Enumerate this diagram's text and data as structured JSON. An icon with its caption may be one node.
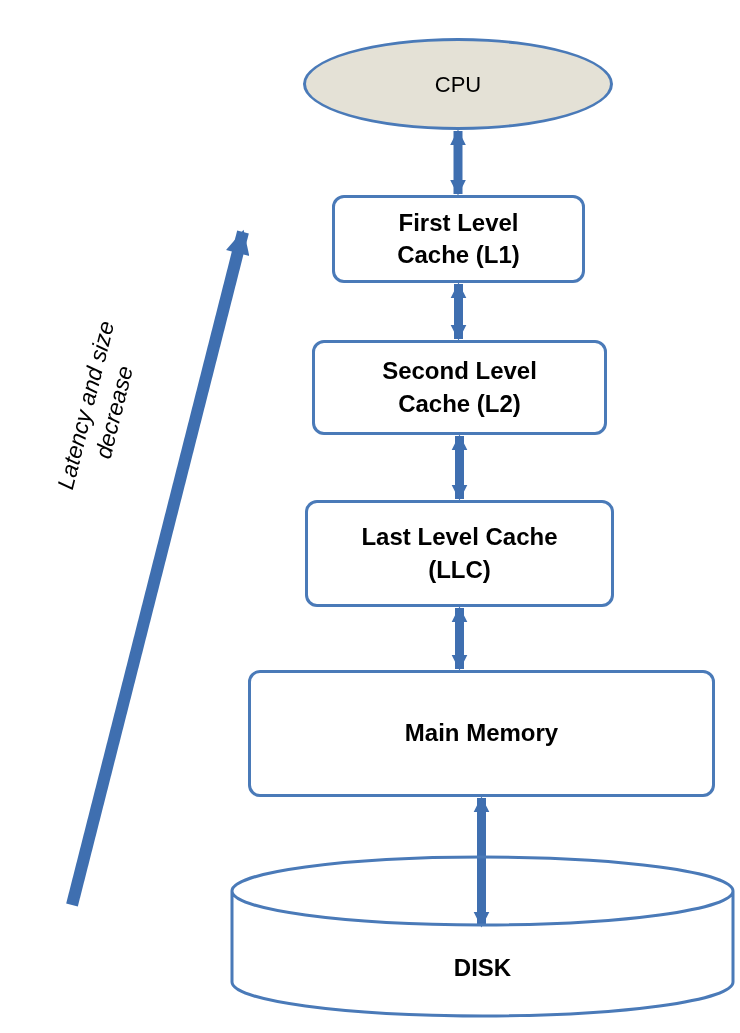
{
  "diagram": {
    "nodes": [
      {
        "text": [
          "CPU"
        ]
      },
      {
        "text": [
          "First Level Cache (L1)"
        ]
      },
      {
        "text": [
          "Second Level Cache (L2)"
        ]
      },
      {
        "text": [
          "Last Level Cache (LLC)"
        ]
      },
      {
        "text": [
          "Main Memory"
        ]
      },
      {
        "text": [
          "DISK"
        ]
      }
    ],
    "edges": [
      {
        "from": 0,
        "to": 1,
        "arrow": "both"
      },
      {
        "from": 1,
        "to": 2,
        "arrow": "both"
      },
      {
        "from": 2,
        "to": 3,
        "arrow": "both"
      },
      {
        "from": 3,
        "to": 4,
        "arrow": "both"
      },
      {
        "from": 4,
        "to": 5,
        "arrow": "both"
      }
    ],
    "labels": [
      "Latency and size decrease"
    ]
  }
}
